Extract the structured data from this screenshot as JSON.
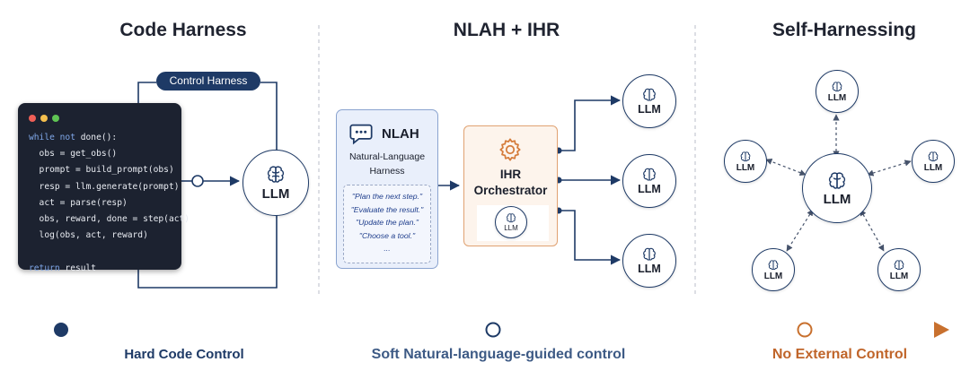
{
  "sections": {
    "left_title": "Code Harness",
    "middle_title": "NLAH + IHR",
    "right_title": "Self-Harnessing"
  },
  "code_harness": {
    "code_lines": [
      "while not done():",
      "  obs = get_obs()",
      "  prompt = build_prompt(obs)",
      "  resp = llm.generate(prompt)",
      "  act = parse(resp)",
      "  obs, reward, done = step(act)",
      "  log(obs, act, reward)",
      "",
      "return result"
    ],
    "control_label": "Control Harness",
    "llm_label": "LLM"
  },
  "nlah": {
    "title": "NLAH",
    "subtitle_1": "Natural-Language",
    "subtitle_2": "Harness",
    "prompts": [
      "\"Plan the next step.\"",
      "\"Evaluate the result.\"",
      "\"Update the plan.\"",
      "\"Choose a tool.\"",
      "..."
    ]
  },
  "ihr": {
    "line1": "IHR",
    "line2": "Orchestrator",
    "inner_llm": "LLM",
    "llm_label": "LLM"
  },
  "self": {
    "center_label": "LLM",
    "satellite_label": "LLM"
  },
  "axis": {
    "left_label": "Hard Code Control",
    "middle_label": "Soft Natural-language-guided control",
    "right_label": "No External Control"
  },
  "colors": {
    "navy": "#1e3a66",
    "orange": "#c8702e",
    "left_label": "#1e3a66",
    "middle_label": "#3d5a85",
    "right_label": "#c0652a",
    "code_bg": "#1c2230"
  },
  "icons": {
    "brain": "brain-icon",
    "chat": "chat-bubble-icon",
    "gear": "gear-icon"
  }
}
